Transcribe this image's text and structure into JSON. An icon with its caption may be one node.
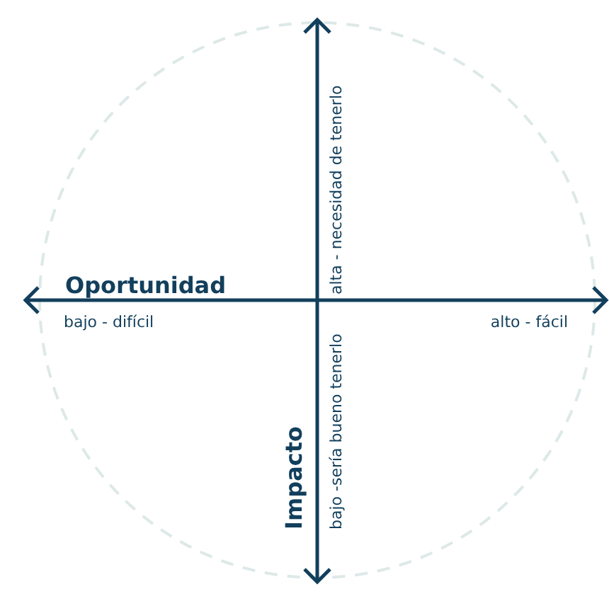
{
  "diagram": {
    "labels": [
      "alta - necesidad de tenerlo",
      "Oportunidad",
      "bajo - difícil",
      "alto - fácil",
      "Impacto",
      "bajo -sería bueno tenerlo"
    ]
  }
}
